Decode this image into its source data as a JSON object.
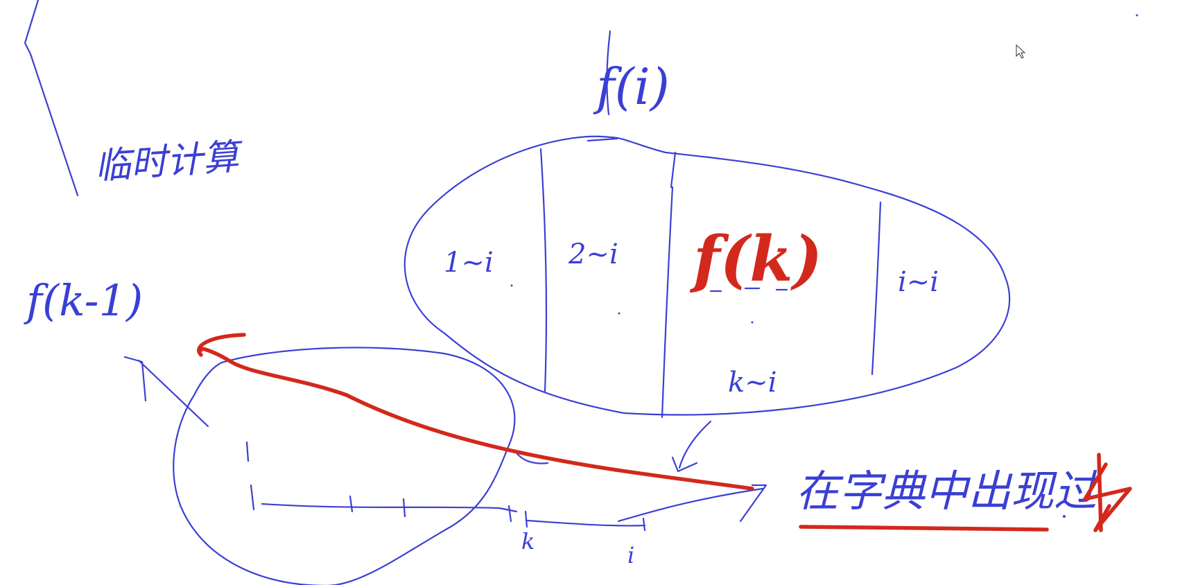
{
  "canvas": {
    "background": "#ffffff"
  },
  "colors": {
    "ink_blue": "#3a3fd4",
    "ink_red": "#d3281c"
  },
  "labels": {
    "f_i": "f(i)",
    "left_note": "临时计算",
    "f_k_minus_1": "f(k-1)",
    "seg_1": "1~i",
    "seg_2": "2~i",
    "f_k": "f(k)",
    "seg_k": "k~i",
    "seg_i": "i~i",
    "tick_k": "k",
    "tick_i": "i",
    "dict_note": "在字典中出现过"
  },
  "icons": {
    "pointer": "mouse-pointer-icon",
    "star": "hand-drawn-star-icon"
  }
}
